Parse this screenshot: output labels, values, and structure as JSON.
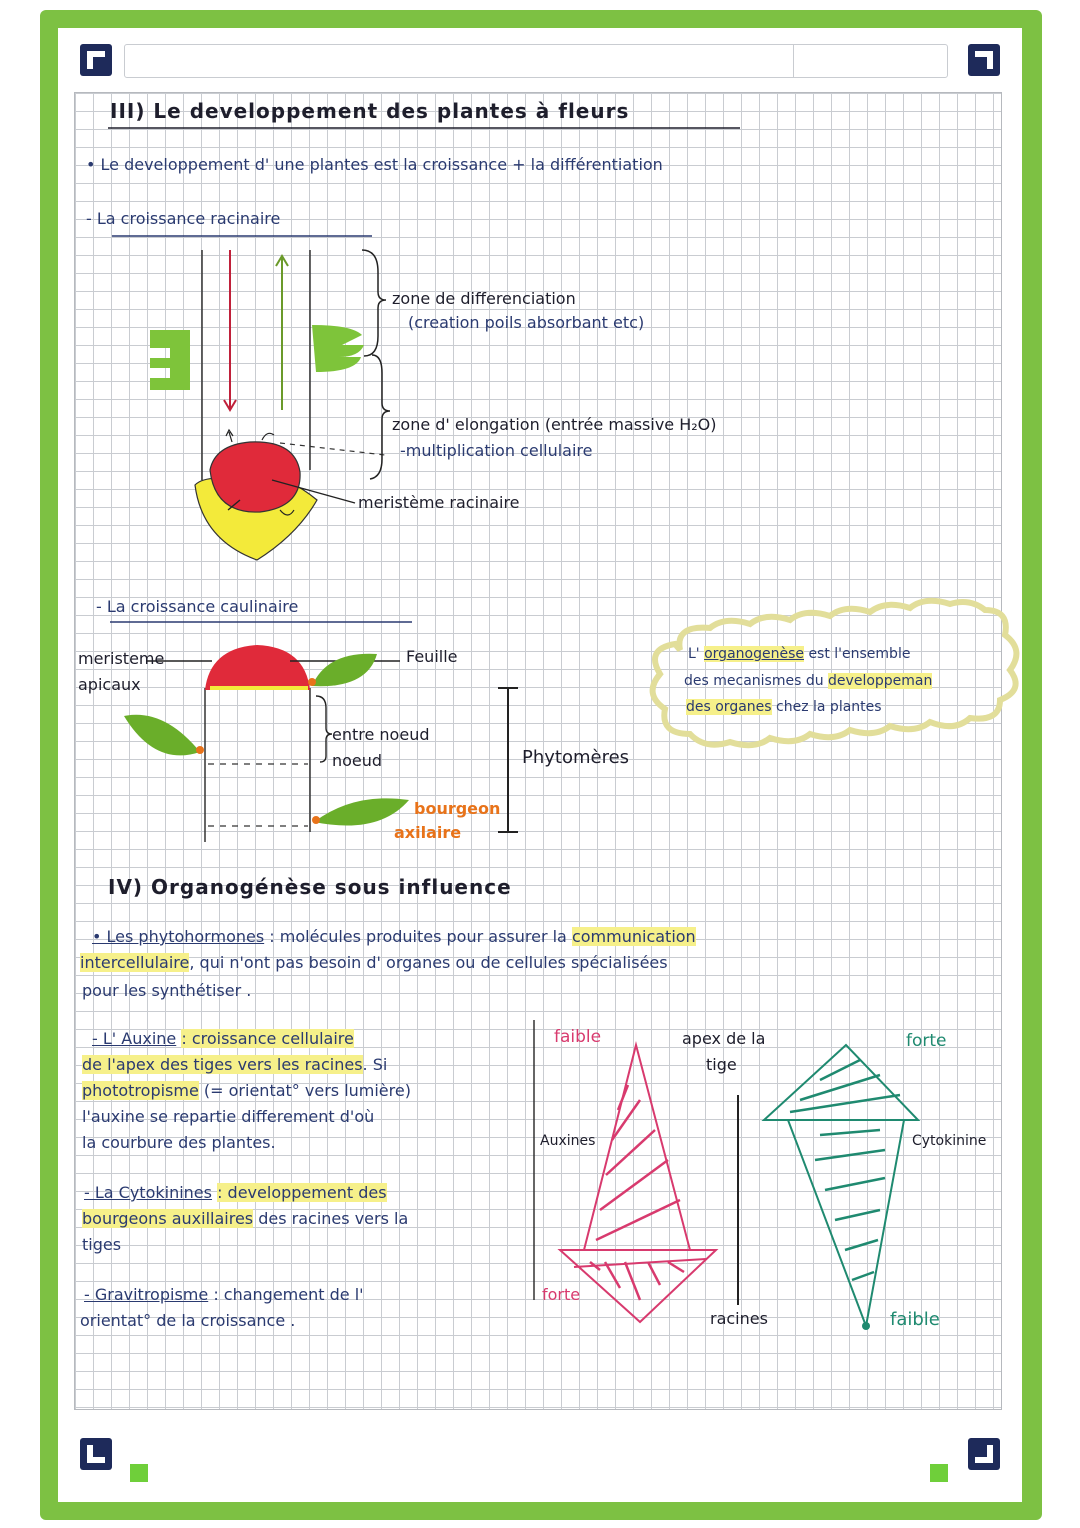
{
  "title": "III) Le developpement des plantes à fleurs",
  "intro": "• Le developpement d' une plantes est la croissance + la différentiation",
  "root_section": {
    "heading": "- La croissance racinaire",
    "zone_diff": "zone de differenciation",
    "zone_diff_note": "(creation poils absorbant etc)",
    "zone_elong": "zone d' elongation (entrée massive H₂O)",
    "zone_mult": "-multiplication cellulaire",
    "meristem": "meristème racinaire"
  },
  "stem_section": {
    "heading": "- La croissance caulinaire",
    "meristem_1": "meristeme",
    "meristem_2": "apicaux",
    "leaf": "Feuille",
    "internode": "entre noeud",
    "node": "noeud",
    "phytomeres": "Phytomères",
    "bud_1": "bourgeon",
    "bud_2": "axilaire"
  },
  "cloud": {
    "word": "organogenèse",
    "line1_pre": "L'",
    "line1_post": "est l'ensemble",
    "line2_pre": "des mecanismes du",
    "line2_hl": "developpeman",
    "line3_hl": "des organes",
    "line3_post": "chez la plantes"
  },
  "section4": {
    "title": "IV) Organogénèse sous influence",
    "phyto_label": "• Les phytohormones",
    "phyto_text1": ": molécules produites pour assurer la",
    "phyto_hl1": "communication",
    "phyto_hl2": "intercellulaire",
    "phyto_text2": ", qui n'ont pas besoin d' organes ou de cellules spécialisées",
    "phyto_text3": "pour les synthétiser .",
    "auxine_label": "- L' Auxine",
    "auxine_hl": ": croissance cellulaire",
    "auxine_l2_hl": "de l'apex des tiges vers les racines",
    "auxine_l2_post": ". Si",
    "auxine_l3_hl": "phototropisme",
    "auxine_l3_post": "(= orientat° vers lumière)",
    "auxine_l4": "l'auxine se repartie differement d'où",
    "auxine_l5": "la courbure des plantes.",
    "cyto_label": "- La Cytokinines",
    "cyto_hl": ": developpement des",
    "cyto_l2_hl": "bourgeons auxillaires",
    "cyto_l2_post": "des racines vers la",
    "cyto_l3": "tiges",
    "gravi_label": "- Gravitropisme",
    "gravi_text": ": changement de l'",
    "gravi_l2": "orientat° de la croissance ."
  },
  "diagram": {
    "faible_left": "faible",
    "apex_1": "apex de la",
    "apex_2": "tige",
    "forte_right": "forte",
    "auxines": "Auxines",
    "cytokinine": "Cytokinine",
    "forte_left": "forte",
    "racines": "racines",
    "faible_right": "faible"
  },
  "colors": {
    "frame": "#7dc143",
    "ink": "#2a3a70",
    "highlight": "#f6f08a",
    "auxine": "#d83a6e",
    "cytokinine": "#1f8a70",
    "bud": "#e8731a"
  }
}
